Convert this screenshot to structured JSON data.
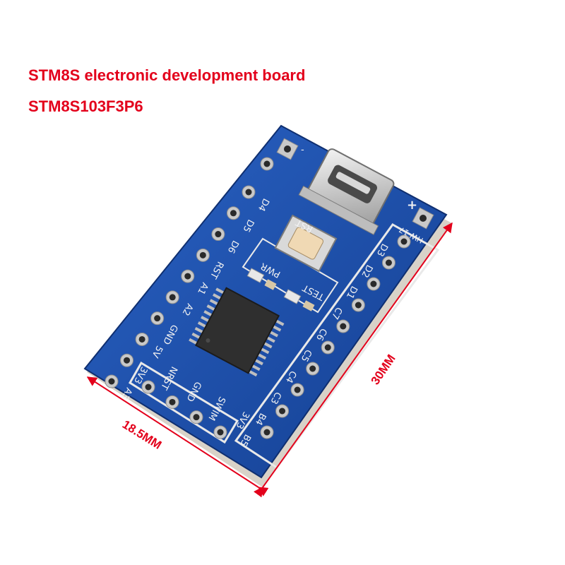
{
  "heading": {
    "line1": "STM8S electronic development board",
    "line2": "STM8S103F3P6"
  },
  "board": {
    "model_label": "HW-17",
    "button_label": "RST",
    "led_labels": [
      "PWR",
      "TEST"
    ],
    "power_marks": {
      "minus": "-",
      "plus": "+"
    },
    "left_pin_labels": [
      "D4",
      "D5",
      "D6",
      "RST",
      "A1",
      "A2",
      "GND",
      "5V",
      "3V3",
      "A3"
    ],
    "right_pin_labels": [
      "D3",
      "D2",
      "D1",
      "C7",
      "C6",
      "C5",
      "C4",
      "C3",
      "B4",
      "B5"
    ],
    "bottom_pin_labels": [
      "3V3",
      "SWIM",
      "GND",
      "NRST"
    ]
  },
  "dimensions": {
    "width": "18.5MM",
    "length": "30MM"
  },
  "colors": {
    "accent": "#e3001b",
    "pcb": "#1d4fa8",
    "pcb_dark": "#123a86",
    "silkscreen": "#f2f2f2"
  }
}
